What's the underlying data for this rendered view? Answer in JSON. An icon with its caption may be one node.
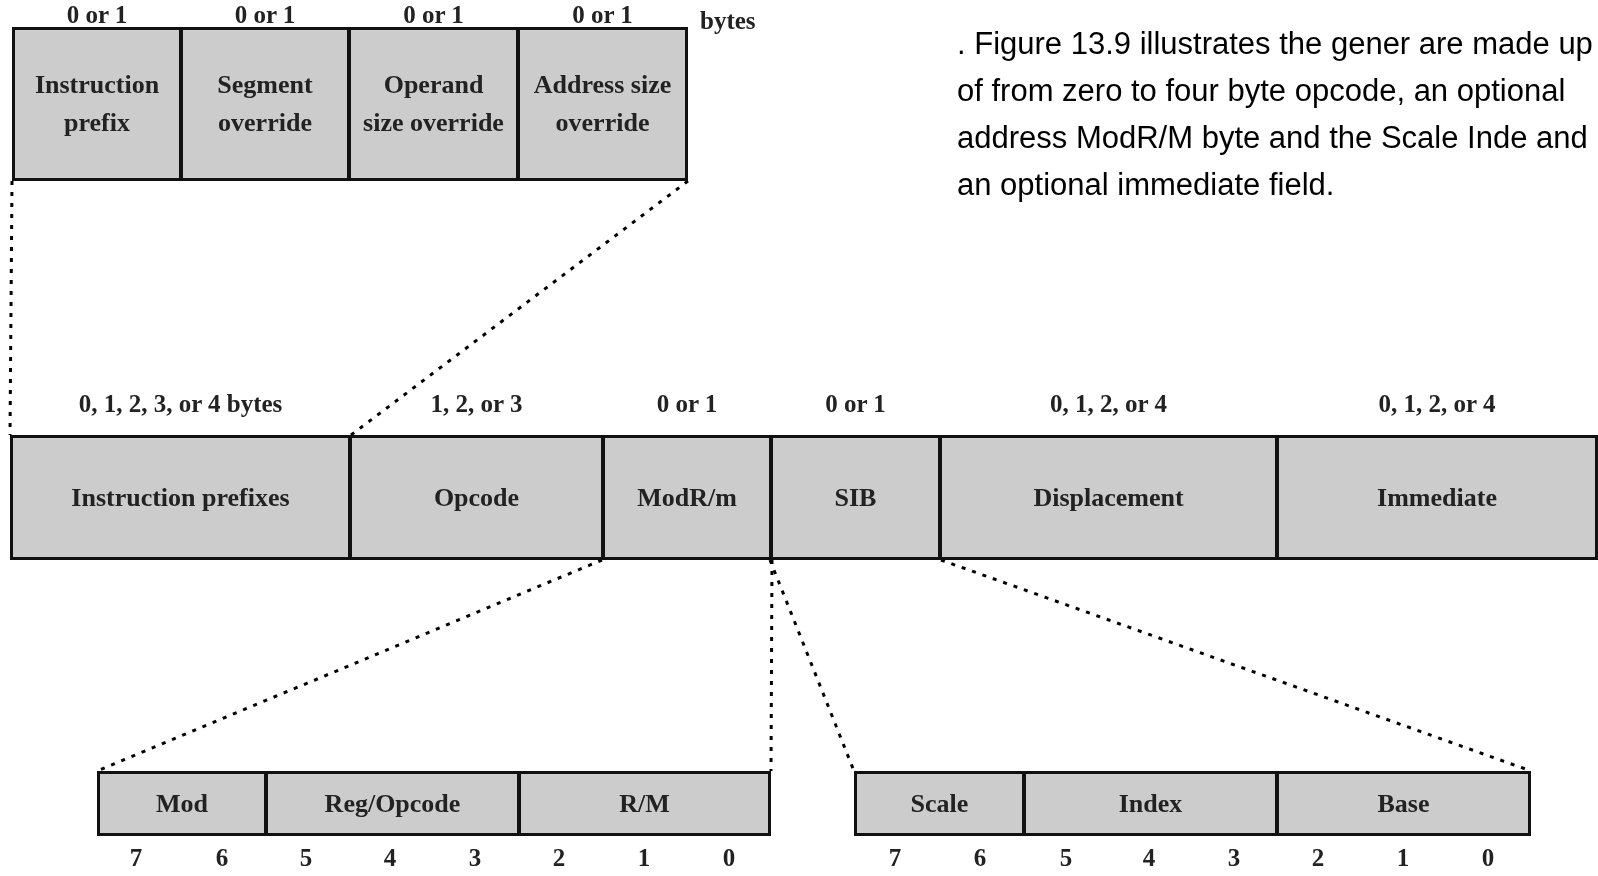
{
  "diagram": {
    "nodes": [
      {
        "text": [
          "Instruction prefix"
        ],
        "beside": [
          "0 or 1"
        ]
      },
      {
        "text": [
          "Segment override"
        ],
        "beside": [
          "0 or 1"
        ]
      },
      {
        "text": [
          "Operand size override"
        ],
        "beside": [
          "0 or 1"
        ]
      },
      {
        "text": [
          "Address size override"
        ],
        "beside": [
          "0 or 1"
        ]
      },
      {
        "text": [
          "Instruction prefixes"
        ],
        "beside": [
          "0, 1, 2, 3, or 4 bytes"
        ]
      },
      {
        "text": [
          "Opcode"
        ],
        "beside": [
          "1, 2, or 3"
        ]
      },
      {
        "text": [
          "ModR/m"
        ],
        "beside": [
          "0 or 1"
        ]
      },
      {
        "text": [
          "SIB"
        ],
        "beside": [
          "0 or 1"
        ]
      },
      {
        "text": [
          "Displacement"
        ],
        "beside": [
          "0, 1, 2, or 4"
        ]
      },
      {
        "text": [
          "Immediate"
        ],
        "beside": [
          "0, 1, 2, or 4"
        ]
      },
      {
        "text": [
          "Mod"
        ]
      },
      {
        "text": [
          "Reg/Opcode"
        ]
      },
      {
        "text": [
          "R/M"
        ]
      },
      {
        "text": [
          "Scale"
        ]
      },
      {
        "text": [
          "Index"
        ]
      },
      {
        "text": [
          "Base"
        ]
      }
    ],
    "edges": [
      {
        "from": 0,
        "to": 4,
        "arrow": "none",
        "style": "dashed"
      },
      {
        "from": 3,
        "to": 4,
        "arrow": "none",
        "style": "dashed"
      },
      {
        "from": 6,
        "to": 10,
        "arrow": "none",
        "style": "dashed"
      },
      {
        "from": 6,
        "to": 12,
        "arrow": "none",
        "style": "dashed"
      },
      {
        "from": 7,
        "to": 13,
        "arrow": "none",
        "style": "dashed"
      },
      {
        "from": 7,
        "to": 15,
        "arrow": "none",
        "style": "dashed"
      }
    ],
    "labels": [
      "bytes",
      ". Figure 13.9 illustrates the gener are made up of from zero to four byte opcode, an optional address ModR/M byte and the Scale Inde and an optional immediate field.",
      "7",
      "6",
      "5",
      "4",
      "3",
      "2",
      "1",
      "0",
      "7",
      "6",
      "5",
      "4",
      "3",
      "2",
      "1",
      "0"
    ]
  }
}
